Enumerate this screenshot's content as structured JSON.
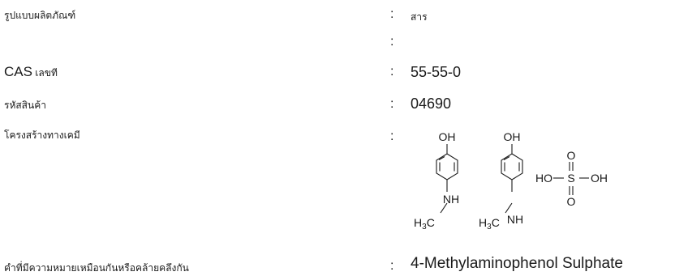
{
  "rows": [
    {
      "label": "รูปแบบผลิตภัณฑ์",
      "colon": ":",
      "value": "สาร"
    },
    {
      "label": "",
      "colon": ":",
      "value": ""
    },
    {
      "label_cas": "CAS",
      "label_suffix": " เลขที",
      "colon": ":",
      "value": "55-55-0"
    },
    {
      "label": "รหัสสินค้า",
      "colon": ":",
      "value": "04690"
    },
    {
      "label": "โครงสร้างทางเคมี",
      "colon": ":"
    },
    {
      "label": "คำที่มีความหมายเหมือนกันหรือคล้ายคลึงกัน",
      "colon": ":",
      "value": "4-Methylaminophenol Sulphate"
    }
  ],
  "structure": {
    "oh": "OH",
    "nh": "NH",
    "h3c_h": "H",
    "h3c_3": "3",
    "h3c_c": "C",
    "sulfate_ho": "HO",
    "sulfate_s": "S",
    "sulfate_oh": "OH",
    "sulfate_o": "O"
  }
}
